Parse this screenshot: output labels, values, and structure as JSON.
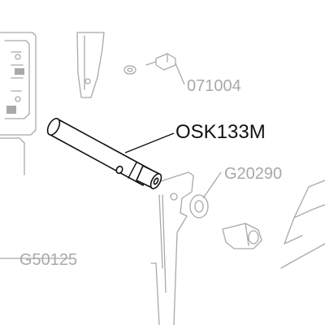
{
  "callouts": {
    "main_part": "OSK133M",
    "ref_top": "071004",
    "ref_right": "G20290",
    "ref_left": "G50125"
  }
}
